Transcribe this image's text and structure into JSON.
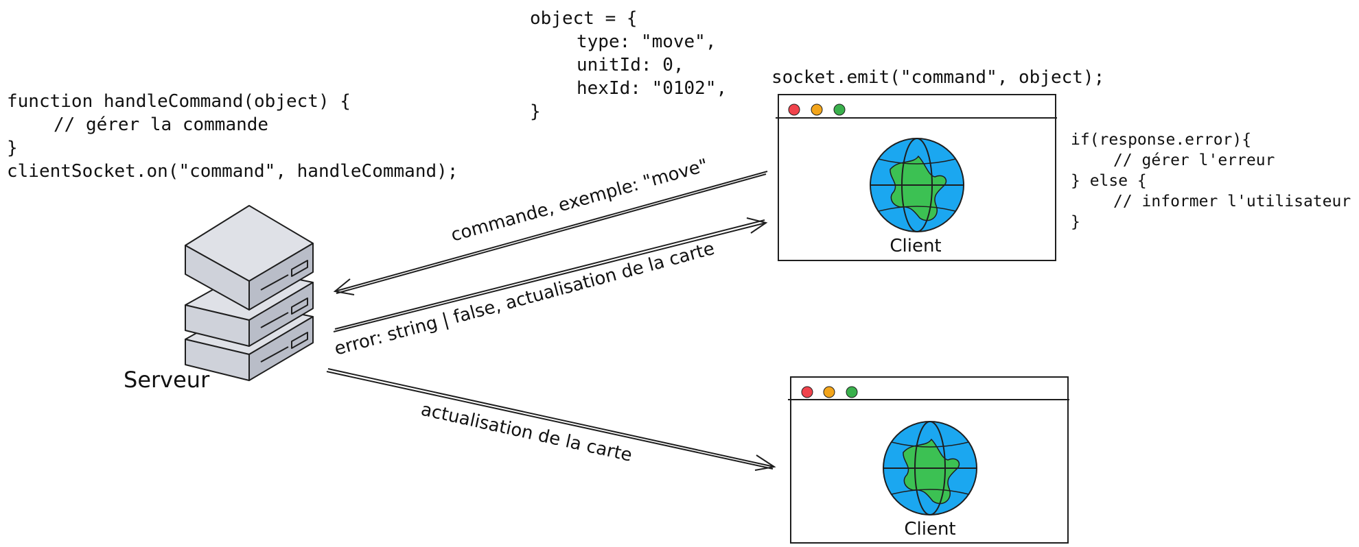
{
  "colors": {
    "ink": "#1e1e1e",
    "globe_blue": "#1ba7f0",
    "globe_green": "#3cc153",
    "dot_red": "#f0434c",
    "dot_yellow": "#f3a51b",
    "dot_green": "#3ab04c",
    "server_fill": "#cfd2da"
  },
  "code_object": {
    "lines": [
      "object = {",
      "type: \"move\",",
      "unitId: 0,",
      "hexId: \"0102\",",
      "}"
    ]
  },
  "code_server": {
    "lines": [
      "function handleCommand(object) {",
      "// gérer la commande",
      "}",
      "clientSocket.on(\"command\", handleCommand);"
    ]
  },
  "code_emit": {
    "line": "socket.emit(\"command\", object);"
  },
  "code_response": {
    "lines": [
      "if(response.error){",
      "// gérer l'erreur",
      "} else {",
      "// informer l'utilisateur",
      "}"
    ]
  },
  "server": {
    "label": "Serveur",
    "icon": "server-stack-icon"
  },
  "clients": [
    {
      "label": "Client",
      "icon": "globe-icon"
    },
    {
      "label": "Client",
      "icon": "globe-icon"
    }
  ],
  "arrows": {
    "command": "commande, exemple: \"move\"",
    "response": "error: string | false, actualisation de la carte",
    "broadcast": "actualisation de la carte"
  }
}
